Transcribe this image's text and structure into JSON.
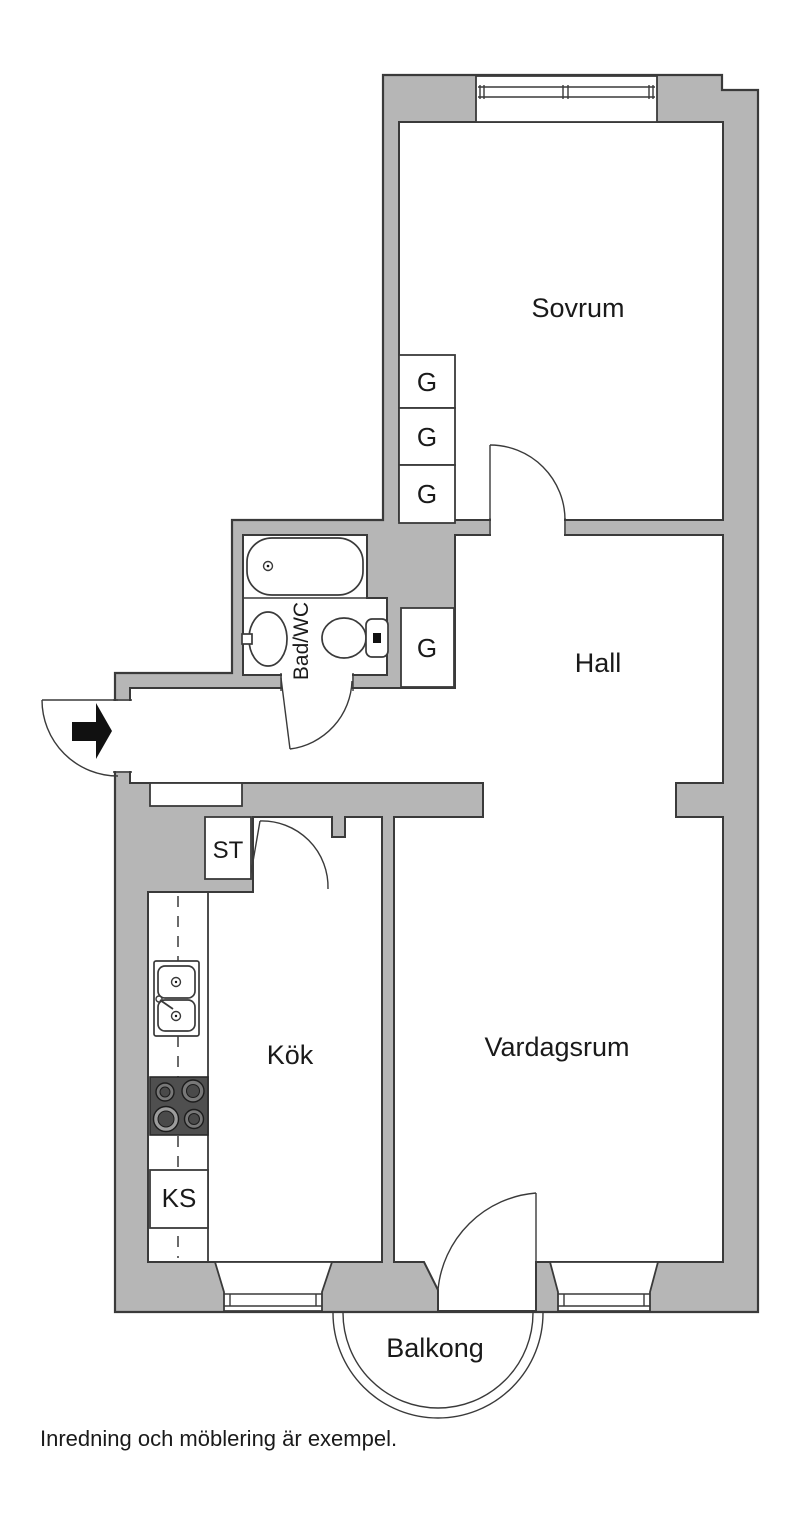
{
  "plan": {
    "rooms": {
      "sovrum": {
        "label": "Sovrum"
      },
      "hall": {
        "label": "Hall"
      },
      "bad_wc": {
        "label": "Bad/WC"
      },
      "kok": {
        "label": "Kök"
      },
      "vardagsrum": {
        "label": "Vardagsrum"
      },
      "balkong": {
        "label": "Balkong"
      }
    },
    "closets": {
      "bedroom_wardrobes": [
        "G",
        "G",
        "G"
      ],
      "hall_wardrobe": "G",
      "cleaning_closet": "ST",
      "fridge": "KS"
    },
    "caption": "Inredning och möblering är exempel.",
    "colors": {
      "wall_fill": "#b6b6b6",
      "outline": "#3a3a3a",
      "stove_fill": "#4f4f4f",
      "background": "#ffffff",
      "text": "#1a1a1a"
    }
  }
}
